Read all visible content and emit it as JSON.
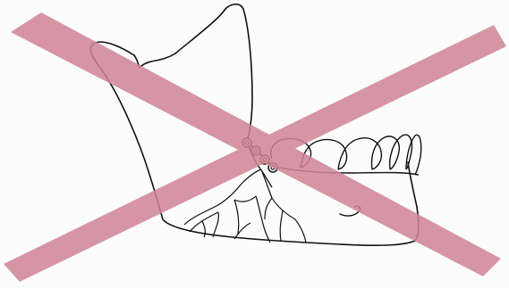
{
  "figure": {
    "subject": "mandible-fracture-plate-fixation-illustration",
    "mark": "red-x-cross-out",
    "colors": {
      "background": "#fdfcfd",
      "outline": "#111111",
      "x_mark": "#cf8493",
      "screw": "#222222"
    },
    "screw_count": 4
  }
}
